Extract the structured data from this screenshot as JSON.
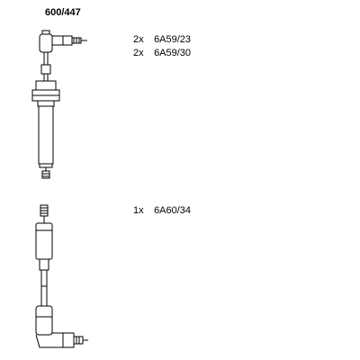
{
  "part_number": "600/447",
  "groups": [
    {
      "lines": [
        {
          "qty": "2x",
          "code": "6A59/23"
        },
        {
          "qty": "2x",
          "code": "6A59/30"
        }
      ]
    },
    {
      "lines": [
        {
          "qty": "1x",
          "code": "6A60/34"
        }
      ]
    }
  ],
  "colors": {
    "ink": "#000000",
    "background": "#ffffff"
  }
}
